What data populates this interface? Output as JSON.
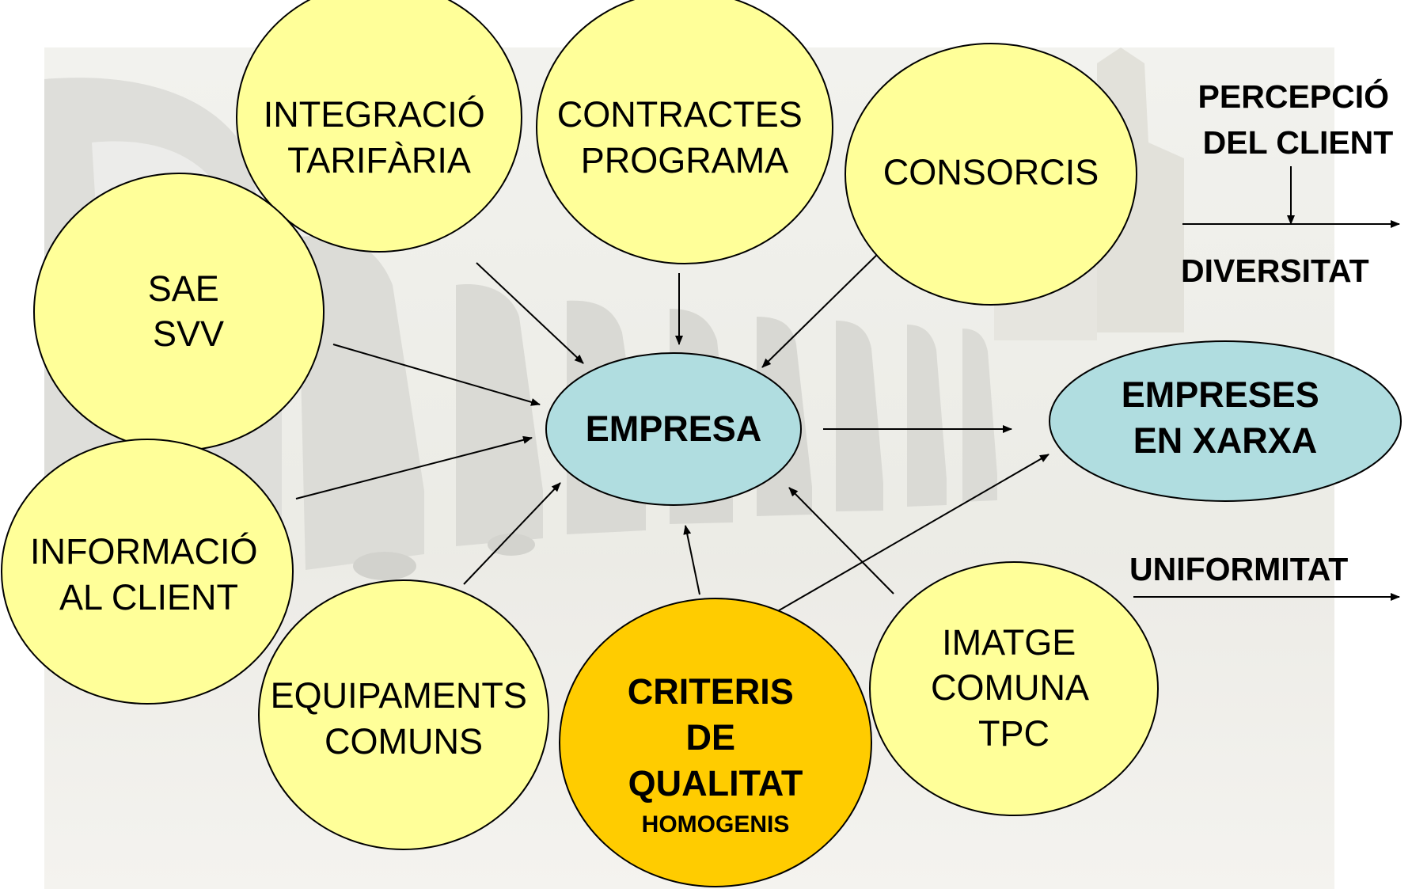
{
  "colors": {
    "bubble_yellow": "#ffff99",
    "bubble_blue": "#b0dde0",
    "bubble_orange": "#ffcc00",
    "outline": "#000000",
    "arrow": "#000000"
  },
  "nodes": {
    "integracio": {
      "lines": [
        "INTEGRACIÓ",
        "TARIFÀRIA"
      ]
    },
    "contractes": {
      "lines": [
        "CONTRACTES",
        "PROGRAMA"
      ]
    },
    "consorcis": {
      "lines": [
        "CONSORCIS"
      ]
    },
    "sae": {
      "lines": [
        "SAE",
        "SVV"
      ]
    },
    "empresa": {
      "lines": [
        "EMPRESA"
      ]
    },
    "empreses_xarxa": {
      "lines": [
        "EMPRESES",
        "EN XARXA"
      ]
    },
    "informacio": {
      "lines": [
        "INFORMACIÓ",
        "AL CLIENT"
      ]
    },
    "equipaments": {
      "lines": [
        "EQUIPAMENTS",
        "COMUNS"
      ]
    },
    "criteris": {
      "lines": [
        "CRITERIS",
        "DE",
        "QUALITAT",
        "HOMOGENIS"
      ]
    },
    "imatge": {
      "lines": [
        "IMATGE",
        "COMUNA",
        "TPC"
      ]
    }
  },
  "side_labels": {
    "percepcio": [
      "PERCEPCIÓ",
      "DEL CLIENT"
    ],
    "diversitat": "DIVERSITAT",
    "uniformitat": "UNIFORMITAT"
  },
  "edges": [
    {
      "from": "integracio",
      "to": "empresa"
    },
    {
      "from": "contractes",
      "to": "empresa"
    },
    {
      "from": "consorcis",
      "to": "empresa"
    },
    {
      "from": "sae",
      "to": "empresa"
    },
    {
      "from": "informacio",
      "to": "empresa"
    },
    {
      "from": "equipaments",
      "to": "empresa"
    },
    {
      "from": "criteris",
      "to": "empresa"
    },
    {
      "from": "imatge",
      "to": "empresa"
    },
    {
      "from": "empresa",
      "to": "empreses_xarxa"
    },
    {
      "from": "criteris",
      "to": "empreses_xarxa",
      "bidirectional": true
    },
    {
      "from": "percepcio",
      "to": "timeline"
    }
  ]
}
